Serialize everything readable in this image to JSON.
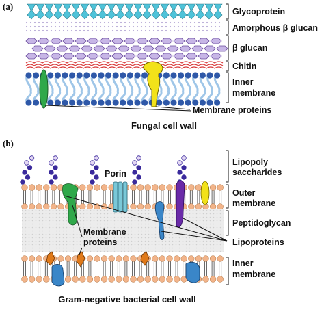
{
  "panel_a": {
    "tag": "(a)",
    "layers": {
      "glycoprotein": "Glycoprotein",
      "amorphous": "Amorphous β glucan",
      "beta_glucan": "β glucan",
      "chitin": "Chitin",
      "inner_membrane_1": "Inner",
      "inner_membrane_2": "membrane"
    },
    "membrane_proteins": "Membrane proteins",
    "caption": "Fungal cell wall"
  },
  "panel_b": {
    "tag": "(b)",
    "lps_1": "Lipopoly",
    "lps_2": "saccharides",
    "porin": "Porin",
    "outer_membrane_1": "Outer",
    "outer_membrane_2": "membrane",
    "peptidoglycan": "Peptidoglycan",
    "membrane_proteins_1": "Membrane",
    "membrane_proteins_2": "proteins",
    "lipoproteins": "Lipoproteins",
    "inner_membrane_1": "Inner",
    "inner_membrane_2": "membrane",
    "caption": "Gram-negative bacterial cell wall"
  },
  "colors": {
    "glycoprotein": "#4fc3d9",
    "amorphous_dots": "#b7a9d6",
    "glucan_hex": "#c7b6e6",
    "glucan_outline": "#6a4c9c",
    "chitin": "#d93a3a",
    "membrane_head": "#2e58a8",
    "membrane_tail": "#9fc6e8",
    "bacterial_head": "#f2b48a",
    "lps_chain": "#3a2a9c",
    "peptidoglycan": "#e6e6e6",
    "protein_green": "#2fa84a",
    "protein_yellow": "#f2e21a",
    "protein_purple": "#6a2aa8",
    "protein_blue": "#3a86c8",
    "protein_orange": "#e07a1a",
    "porin": "#7ac8d8"
  }
}
